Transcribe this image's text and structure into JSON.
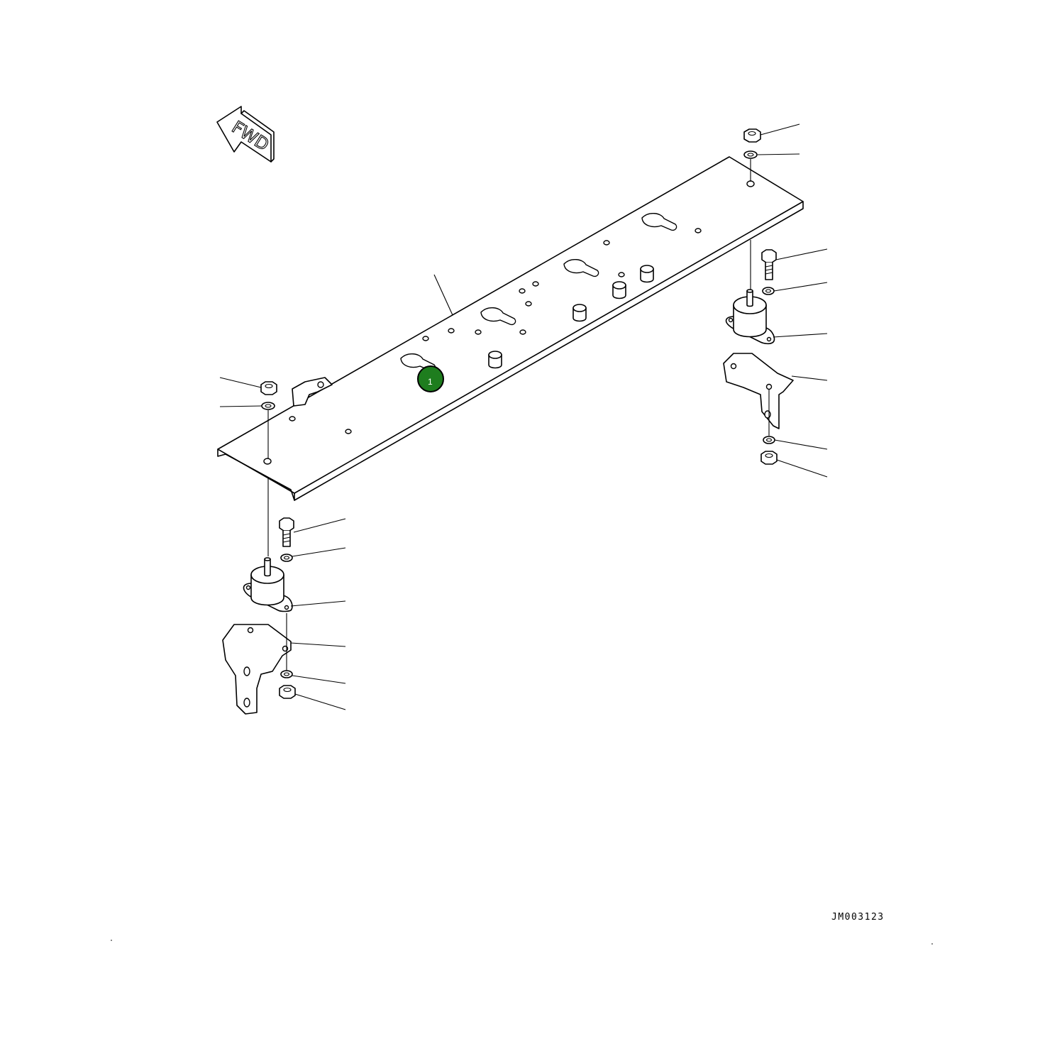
{
  "diagram": {
    "direction_label": "FWD",
    "drawing_id": "JM003123",
    "callouts": [
      {
        "label": "1",
        "color": "#1e7d1e"
      }
    ]
  }
}
